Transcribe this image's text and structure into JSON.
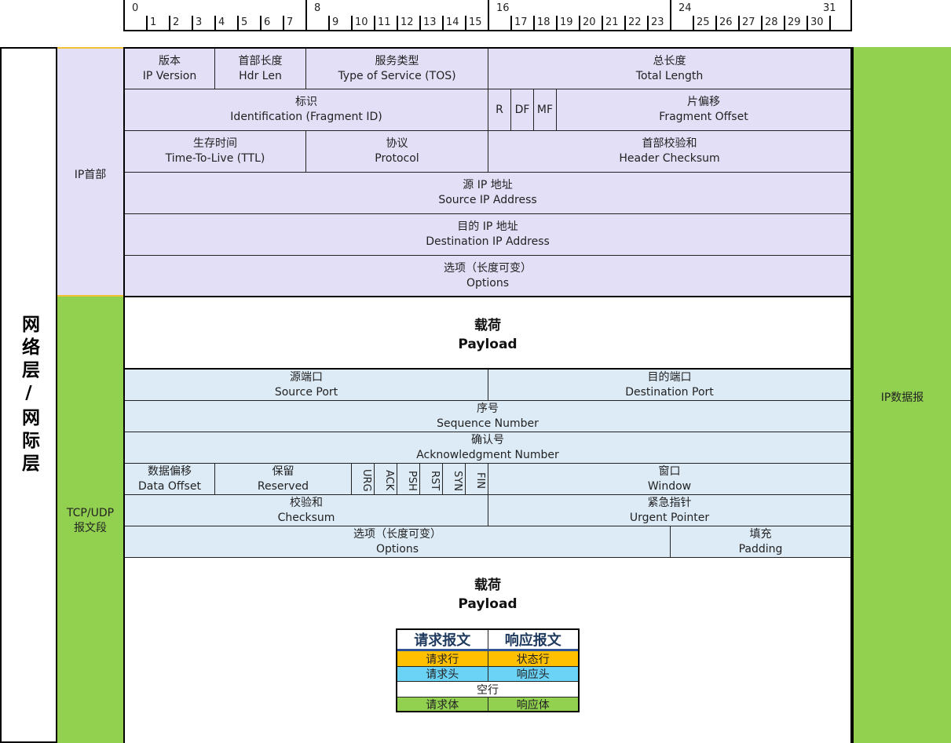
{
  "ruler": {
    "major": [
      "0",
      "8",
      "16",
      "24"
    ],
    "minor": [
      "1",
      "2",
      "3",
      "4",
      "5",
      "6",
      "7",
      "9",
      "10",
      "11",
      "12",
      "13",
      "14",
      "15",
      "17",
      "18",
      "19",
      "20",
      "21",
      "22",
      "23",
      "25",
      "26",
      "27",
      "28",
      "29",
      "30"
    ],
    "end": "31"
  },
  "side": {
    "layer": "网络层/网际层",
    "ip_header": "IP首部",
    "tcp_zh": "TCP/UDP",
    "tcp_zh2": "报文段",
    "ip_datagram": "IP数据报"
  },
  "ip": {
    "version": {
      "zh": "版本",
      "en": "IP Version"
    },
    "hdr_len": {
      "zh": "首部长度",
      "en": "Hdr Len"
    },
    "tos": {
      "zh": "服务类型",
      "en": "Type of Service (TOS)"
    },
    "total_len": {
      "zh": "总长度",
      "en": "Total Length"
    },
    "ident": {
      "zh": "标识",
      "en": "Identification (Fragment ID)"
    },
    "flag_r": "R",
    "flag_df": "DF",
    "flag_mf": "MF",
    "frag_offset": {
      "zh": "片偏移",
      "en": "Fragment Offset"
    },
    "ttl": {
      "zh": "生存时间",
      "en": "Time-To-Live (TTL)"
    },
    "protocol": {
      "zh": "协议",
      "en": "Protocol"
    },
    "checksum": {
      "zh": "首部校验和",
      "en": "Header Checksum"
    },
    "src": {
      "zh": "源 IP 地址",
      "en": "Source IP Address"
    },
    "dst": {
      "zh": "目的 IP 地址",
      "en": "Destination IP Address"
    },
    "options": {
      "zh": "选项（长度可变）",
      "en": "Options"
    }
  },
  "payload": {
    "zh": "载荷",
    "en": "Payload"
  },
  "tcp": {
    "src_port": {
      "zh": "源端口",
      "en": "Source Port"
    },
    "dst_port": {
      "zh": "目的端口",
      "en": "Destination Port"
    },
    "seq": {
      "zh": "序号",
      "en": "Sequence Number"
    },
    "ack": {
      "zh": "确认号",
      "en": "Acknowledgment Number"
    },
    "data_offset": {
      "zh": "数据偏移",
      "en": "Data Offset"
    },
    "reserved": {
      "zh": "保留",
      "en": "Reserved"
    },
    "flags": [
      "URG",
      "ACK",
      "PSH",
      "RST",
      "SYN",
      "FIN"
    ],
    "window": {
      "zh": "窗口",
      "en": "Window"
    },
    "checksum": {
      "zh": "校验和",
      "en": "Checksum"
    },
    "urgent": {
      "zh": "紧急指针",
      "en": "Urgent Pointer"
    },
    "options": {
      "zh": "选项（长度可变）",
      "en": "Options"
    },
    "padding": {
      "zh": "填充",
      "en": "Padding"
    }
  },
  "http": {
    "request_head": "请求报文",
    "response_head": "响应报文",
    "req_line": "请求行",
    "status_line": "状态行",
    "req_header": "请求头",
    "resp_header": "响应头",
    "blank": "空行",
    "req_body": "请求体",
    "resp_body": "响应体"
  },
  "colors": {
    "ip_bg": "#e2dff6",
    "tcp_bg": "#ddebf7",
    "green": "#92d050",
    "orange": "#ffc000",
    "cyan": "#6bd3f5",
    "accent_line": "#f2c033"
  }
}
